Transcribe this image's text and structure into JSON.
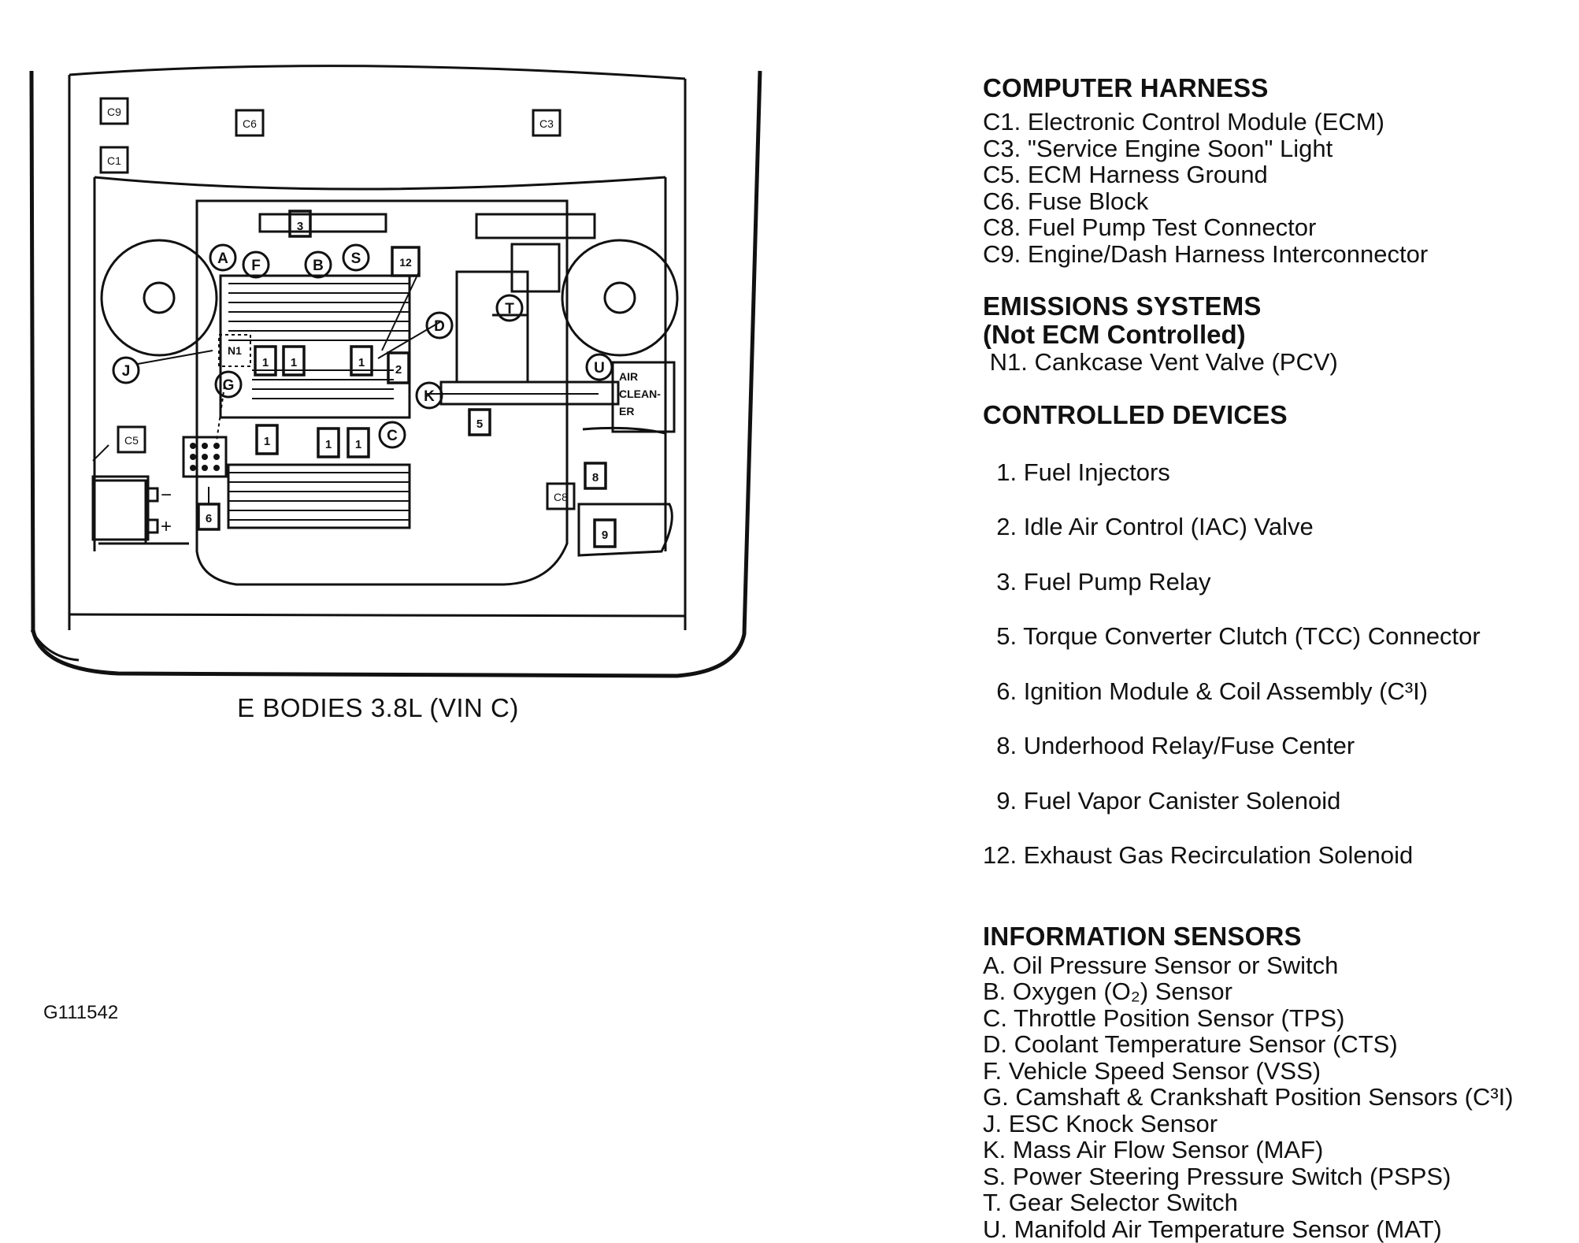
{
  "diagram": {
    "caption": "E BODIES 3.8L (VIN C)",
    "figure_id": "G111542",
    "callouts": {
      "c9": "C9",
      "c6": "C6",
      "c3": "C3",
      "c1": "C1",
      "c5": "C5",
      "c8": "C8",
      "n1": "N1",
      "a": "A",
      "f": "F",
      "b": "B",
      "s": "S",
      "d": "D",
      "j": "J",
      "g": "G",
      "k": "K",
      "c": "C",
      "t": "T",
      "u": "U",
      "n12": "12",
      "n3": "3",
      "n2": "2",
      "n5": "5",
      "n6": "6",
      "n8": "8",
      "n9": "9",
      "inj": "1"
    },
    "air_cleaner": [
      "AIR",
      "CLEAN-",
      "ER"
    ]
  },
  "legend": {
    "computer_harness": {
      "title": "COMPUTER HARNESS",
      "items": [
        "C1. Electronic Control Module (ECM)",
        "C3. \"Service Engine Soon\" Light",
        "C5. ECM Harness Ground",
        "C6. Fuse Block",
        "C8. Fuel Pump Test Connector",
        "C9. Engine/Dash Harness Interconnector"
      ]
    },
    "emissions": {
      "title": "EMISSIONS SYSTEMS",
      "subtitle": "(Not ECM Controlled)",
      "items": [
        " N1. Cankcase Vent Valve (PCV)"
      ]
    },
    "controlled_devices": {
      "title": "CONTROLLED DEVICES",
      "items": [
        "  1. Fuel Injectors",
        "  2. Idle Air Control (IAC) Valve",
        "  3. Fuel Pump Relay",
        "  5. Torque Converter Clutch (TCC) Connector",
        "  6. Ignition Module & Coil Assembly (C³I)",
        "  8. Underhood Relay/Fuse Center",
        "  9. Fuel Vapor Canister Solenoid",
        "12. Exhaust Gas Recirculation Solenoid"
      ]
    },
    "information_sensors": {
      "title": "INFORMATION SENSORS",
      "items": [
        "A. Oil Pressure Sensor or Switch",
        "B. Oxygen (O₂) Sensor",
        "C. Throttle Position Sensor (TPS)",
        "D. Coolant Temperature Sensor (CTS)",
        "F. Vehicle Speed Sensor (VSS)",
        "G. Camshaft & Crankshaft Position Sensors (C³I)",
        "J. ESC Knock Sensor",
        "K. Mass Air Flow Sensor (MAF)",
        "S. Power Steering Pressure Switch (PSPS)",
        "T. Gear Selector Switch",
        "U. Manifold Air Temperature Sensor (MAT)"
      ]
    }
  }
}
